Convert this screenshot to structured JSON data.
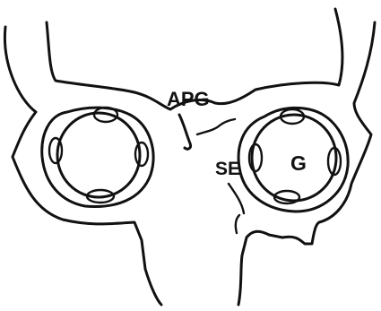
{
  "labels": {
    "apg": "APG",
    "se": "SE",
    "g": "G"
  },
  "colors": {
    "ink": "#111111",
    "background": "#ffffff"
  }
}
